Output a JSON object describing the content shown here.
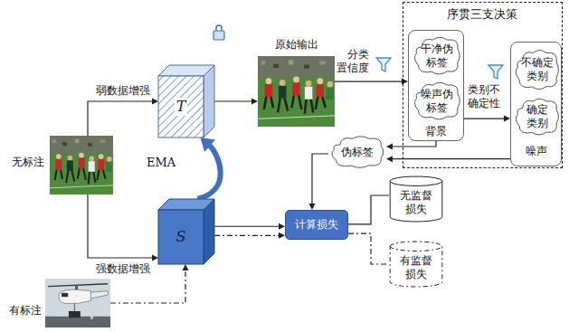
{
  "diagram": {
    "nodes": [
      {
        "text": [
          "无标注"
        ]
      },
      {
        "text": [
          "T"
        ]
      },
      {
        "text": [
          "原始输出"
        ]
      },
      {
        "text": [
          "序贯三支决策"
        ]
      },
      {
        "text": [
          "背景"
        ],
        "in": 3
      },
      {
        "text": [
          "干净伪标签"
        ],
        "in": 4
      },
      {
        "text": [
          "噪声伪标签"
        ],
        "in": 4
      },
      {
        "text": [
          "噪声"
        ],
        "in": 3
      },
      {
        "text": [
          "不确定类别"
        ],
        "in": 7
      },
      {
        "text": [
          "确定类别"
        ],
        "in": 7
      },
      {
        "text": [
          "伪标签"
        ]
      },
      {
        "text": [
          "S"
        ]
      },
      {
        "text": [
          "计算损失"
        ]
      },
      {
        "text": [
          "无监督损失"
        ]
      },
      {
        "text": [
          "有监督损失"
        ]
      },
      {
        "text": [
          "有标注"
        ]
      }
    ],
    "edges": [
      {
        "from": 0,
        "to": 1,
        "label": "弱数据增强",
        "arrow": "to"
      },
      {
        "from": 0,
        "to": 11,
        "label": "强数据增强",
        "arrow": "to"
      },
      {
        "from": 11,
        "to": 1,
        "label": "EMA",
        "arrow": "to"
      },
      {
        "from": 1,
        "to": 2,
        "arrow": "to"
      },
      {
        "from": 2,
        "to": 4,
        "label": "分类置信度",
        "arrow": "to"
      },
      {
        "from": 4,
        "to": 7,
        "label": "类别不确定性",
        "arrow": "to"
      },
      {
        "from": 4,
        "to": 10,
        "arrow": "to"
      },
      {
        "from": 7,
        "to": 10,
        "arrow": "to"
      },
      {
        "from": 10,
        "to": 12,
        "arrow": "to"
      },
      {
        "from": 11,
        "to": 12,
        "arrow": "to"
      },
      {
        "from": 11,
        "to": 12,
        "arrow": "to"
      },
      {
        "from": 12,
        "to": 13,
        "arrow": "none"
      },
      {
        "from": 12,
        "to": 14,
        "arrow": "none"
      },
      {
        "from": 15,
        "to": 11,
        "arrow": "to"
      }
    ]
  }
}
